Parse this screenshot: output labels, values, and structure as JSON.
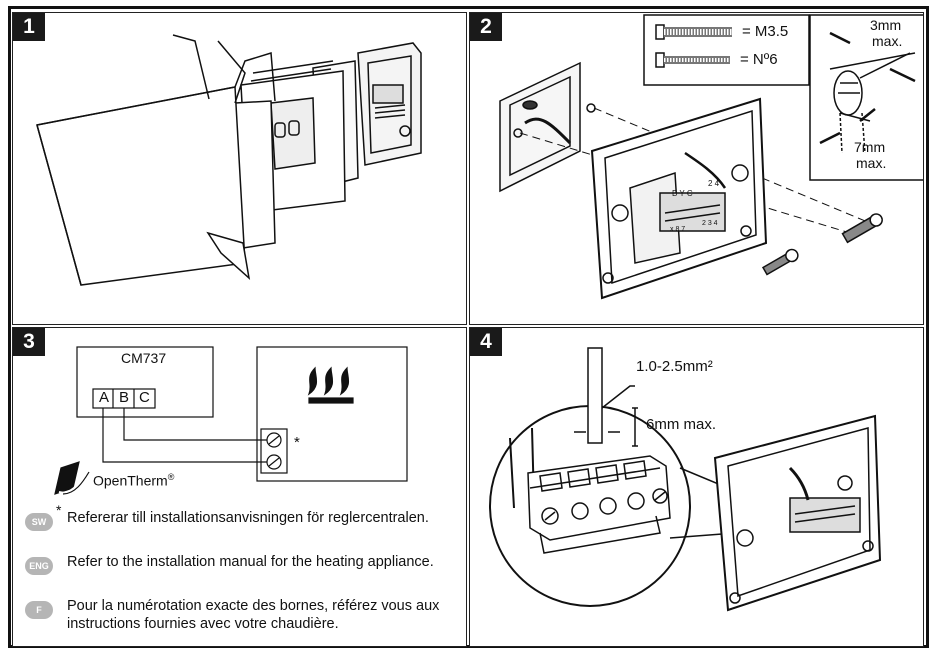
{
  "panels": [
    {
      "number": "1"
    },
    {
      "number": "2",
      "screw_large": "= M3.5",
      "screw_small": "= Nº6",
      "dim_top": "3mm\nmax.",
      "dim_top_a": "3mm",
      "dim_top_b": "max.",
      "dim_bottom_a": "7mm",
      "dim_bottom_b": "max.",
      "terminal_labels": "B Y C",
      "terminal_labels_2": "2 4",
      "terminal_numbers": "x 8 7",
      "terminal_numbers_2": "2 3 4"
    },
    {
      "number": "3",
      "device": "CM737",
      "terminals": [
        "A",
        "B",
        "C"
      ],
      "asterisk": "*",
      "brand": "OpenTherm",
      "brand_mark": "®",
      "notes": [
        {
          "lang": "SW",
          "text": "Refererar till installationsanvisningen för reglercentralen.",
          "asterisk": "*"
        },
        {
          "lang": "ENG",
          "text": "Refer to the installation manual for the heating appliance."
        },
        {
          "lang": "F",
          "text": "Pour la numérotation exacte des bornes, référez vous aux instructions fournies avec votre chaudière."
        }
      ]
    },
    {
      "number": "4",
      "wire_size": "1.0-2.5mm²",
      "strip_length": "6mm max."
    }
  ],
  "colors": {
    "ink": "#111111",
    "badge": "#b5b5b5",
    "panel_num_bg": "#1a1a1a"
  }
}
